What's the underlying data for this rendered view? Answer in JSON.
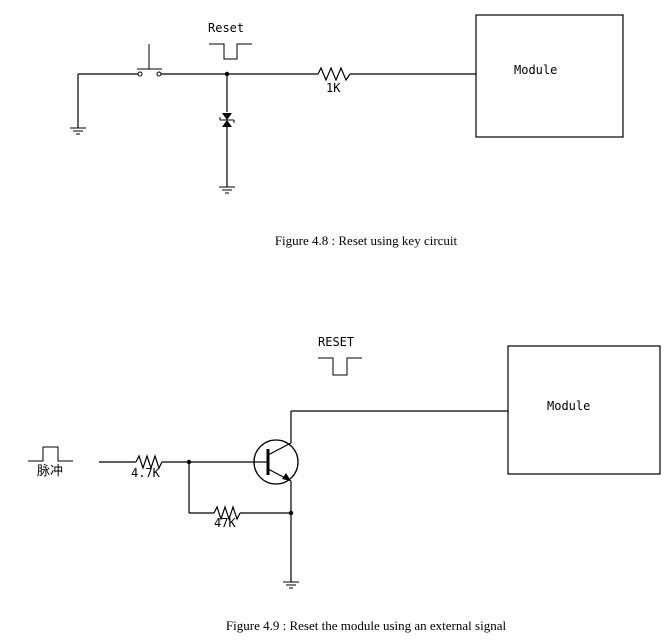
{
  "figure_4_8": {
    "reset_label": "Reset",
    "resistor_value": "1K",
    "module_label": "Module",
    "caption": "Figure 4.8 : Reset using key circuit"
  },
  "figure_4_9": {
    "reset_label": "RESET",
    "pulse_label": "脉冲",
    "resistor_1_value": "4.7K",
    "resistor_2_value": "47K",
    "module_label": "Module",
    "caption": "Figure 4.9 : Reset the module using an external signal"
  }
}
